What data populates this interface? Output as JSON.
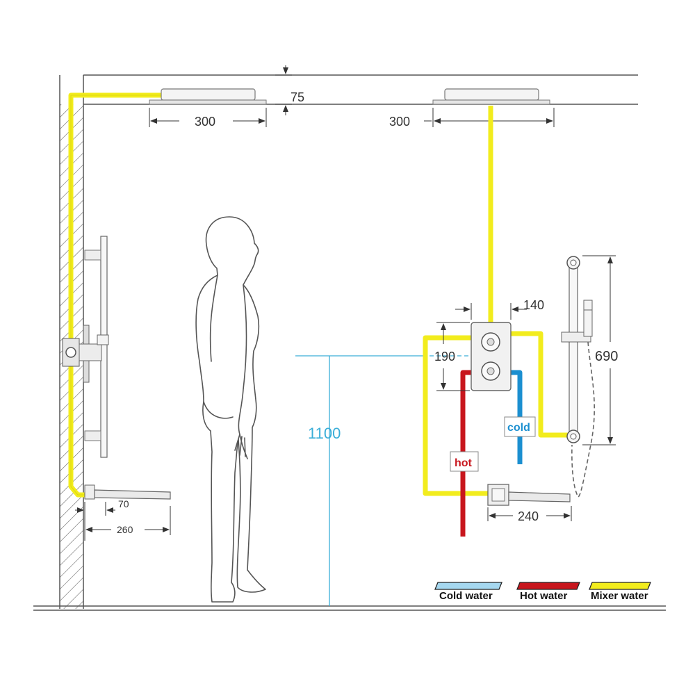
{
  "dimensions": {
    "ceiling_depth": "75",
    "left_head_width": "300",
    "right_head_width": "300",
    "valve_width": "140",
    "valve_height": "190",
    "rail_height": "690",
    "mount_height": "1100",
    "left_spout_depth": "70",
    "left_spout_length": "260",
    "right_spout_length": "240"
  },
  "labels": {
    "hot": "hot",
    "cold": "cold"
  },
  "legend": [
    {
      "label": "Cold water",
      "color": "#a6d8f0"
    },
    {
      "label": "Hot water",
      "color": "#c8161d"
    },
    {
      "label": "Mixer water",
      "color": "#f2ec1d"
    }
  ],
  "colors": {
    "mixer": "#f2ec1d",
    "hot": "#c8161d",
    "cold": "#1b8fd0",
    "height_line": "#3aaed8"
  }
}
